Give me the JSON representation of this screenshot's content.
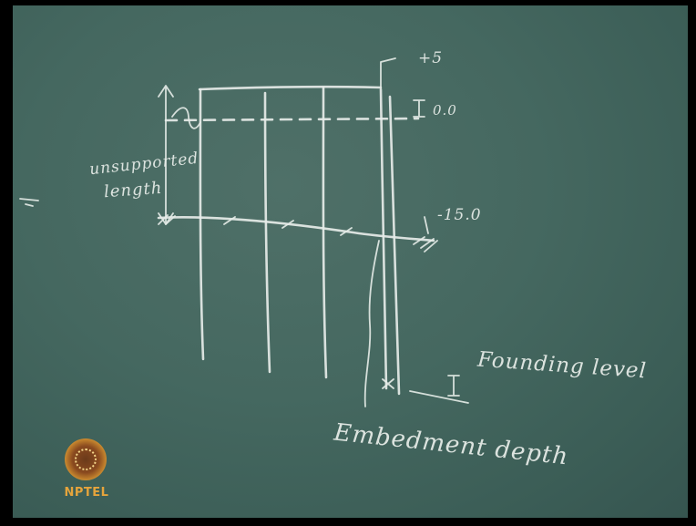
{
  "board": {
    "labels": {
      "top_level": "+5",
      "zero_level": "0.0",
      "bottom_level": "-15.0",
      "unsupported_line1": "unsupported",
      "unsupported_line2": "length",
      "founding_level": "Founding level",
      "embedment_depth": "Embedment depth"
    }
  },
  "logo": {
    "text": "NPTEL"
  },
  "colors": {
    "board": "#456860",
    "chalk": "#e6ece8",
    "logo_text": "#e5a43c"
  }
}
